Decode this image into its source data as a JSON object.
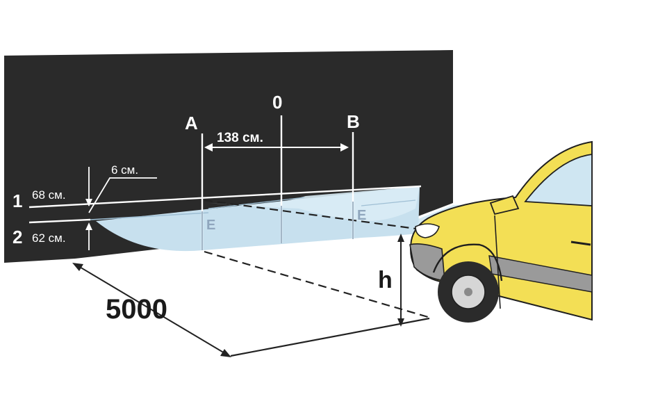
{
  "labels": {
    "point_a": "A",
    "point_zero": "0",
    "point_b": "B",
    "width_ab": "138 см.",
    "offset_6": "6 см.",
    "line_1_num": "1",
    "line_1_height": "68 см.",
    "line_2_num": "2",
    "line_2_height": "62 см.",
    "e_left": "E",
    "e_right": "E",
    "distance": "5000",
    "height": "h"
  },
  "colors": {
    "screen": "#2a2a2a",
    "beam": "#c7e0ee",
    "beam_core": "#d9ecf5",
    "car_body": "#f3df55",
    "car_outline": "#1f1f1f",
    "stripe": "#9a9a9a",
    "window": "#cfe6f2",
    "tire": "#2b2b2b",
    "rim": "#d6d6d6"
  }
}
